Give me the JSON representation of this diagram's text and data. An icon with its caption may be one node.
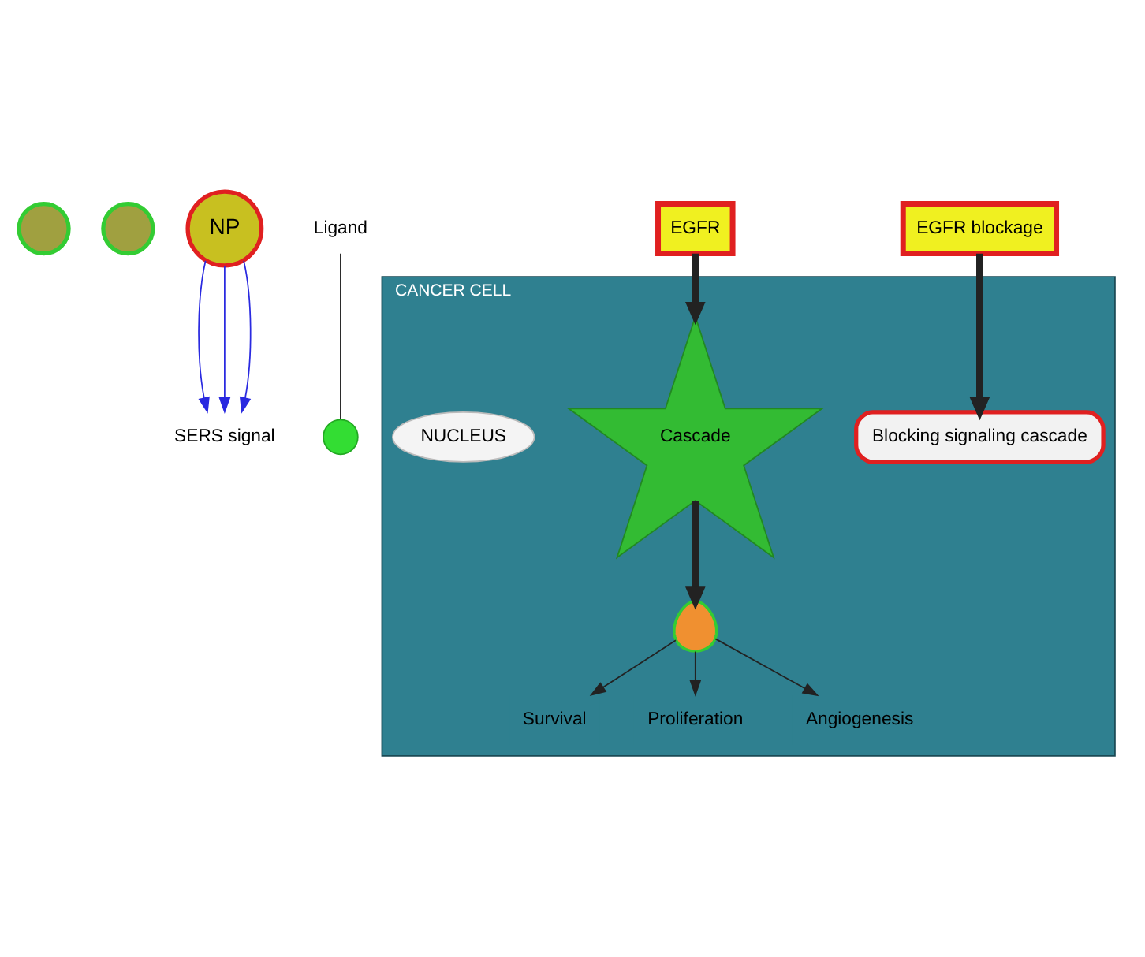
{
  "diagram": {
    "nodes": [
      {
        "text": [],
        "shape": "circle"
      },
      {
        "text": [],
        "shape": "circle"
      },
      {
        "text": [
          "NP"
        ]
      },
      {
        "text": [
          "SERS signal"
        ]
      },
      {
        "text": [
          "Ligand"
        ]
      },
      {
        "text": [],
        "shape": "circle"
      },
      {
        "text": [
          "CANCER CELL"
        ]
      },
      {
        "text": [
          "EGFR"
        ]
      },
      {
        "text": [
          "EGFR blockage"
        ]
      },
      {
        "text": [
          "Cascade"
        ],
        "in": 6
      },
      {
        "text": [],
        "shape": "cloud",
        "in": 6
      },
      {
        "text": [
          "Blocking signaling cascade"
        ],
        "in": 6
      },
      {
        "text": [
          "Survival"
        ],
        "in": 6
      },
      {
        "text": [
          "Proliferation"
        ],
        "in": 6
      },
      {
        "text": [
          "Angiogenesis"
        ],
        "in": 6
      },
      {
        "text": [
          "NUCLEUS"
        ],
        "in": 6
      }
    ],
    "edges": [
      {
        "from": 2,
        "to": 3,
        "arrow": "to",
        "color": "#2a2ae0"
      },
      {
        "from": 2,
        "to": 3,
        "arrow": "to",
        "color": "#2a2ae0"
      },
      {
        "from": 2,
        "to": 3,
        "arrow": "to",
        "color": "#2a2ae0"
      },
      {
        "from": 4,
        "to": 5,
        "arrow": "none"
      },
      {
        "from": 7,
        "to": 9,
        "arrow": "to",
        "style": "thick"
      },
      {
        "from": 9,
        "to": 10,
        "arrow": "to",
        "style": "thick"
      },
      {
        "from": 10,
        "to": 12,
        "arrow": "to"
      },
      {
        "from": 10,
        "to": 13,
        "arrow": "to"
      },
      {
        "from": 10,
        "to": 14,
        "arrow": "to"
      },
      {
        "from": 8,
        "to": 11,
        "arrow": "to",
        "style": "thick"
      }
    ]
  }
}
